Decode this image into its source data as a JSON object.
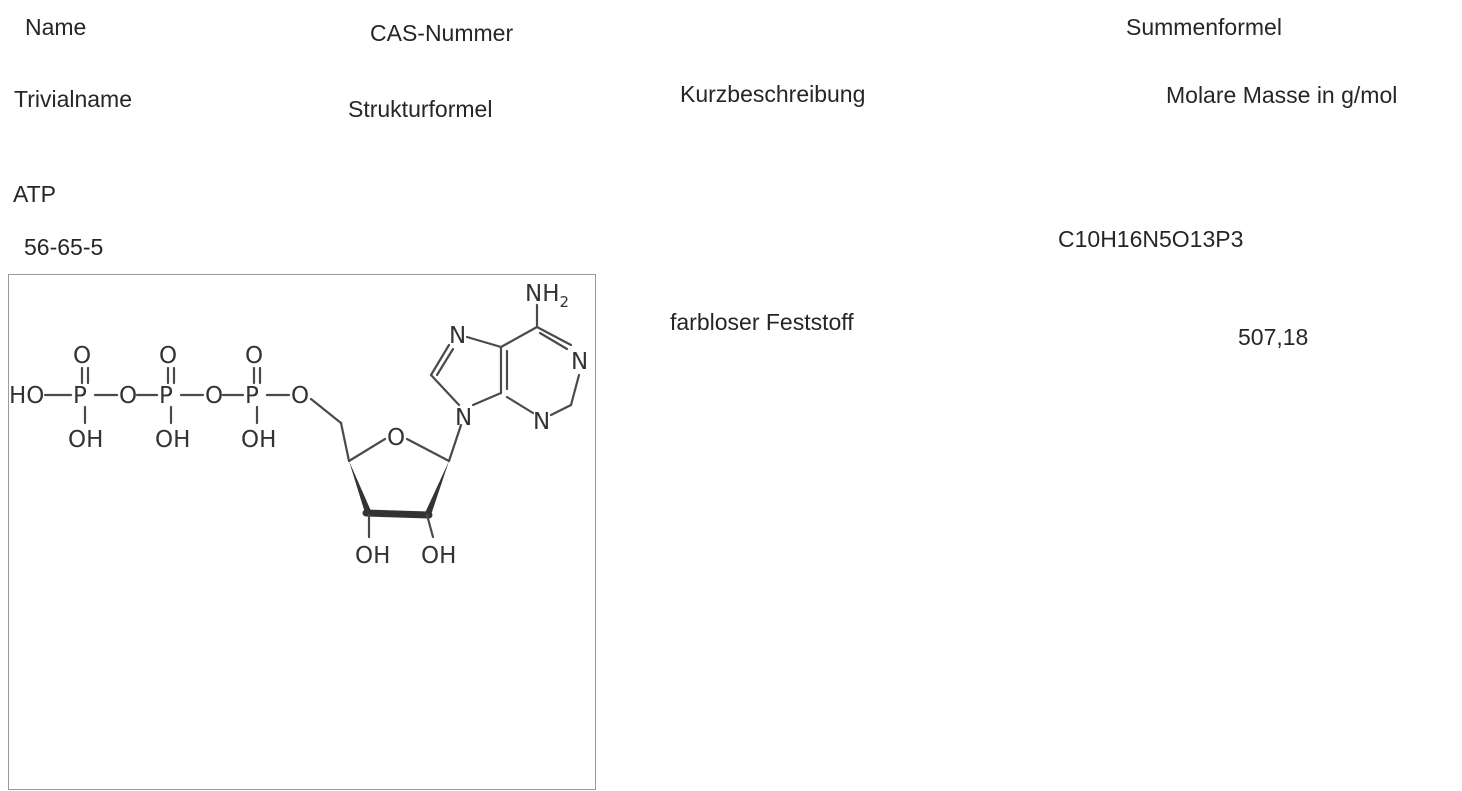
{
  "headers": {
    "name": "Name",
    "cas": "CAS-Nummer",
    "formula": "Summenformel",
    "trivial": "Trivialname",
    "structure": "Strukturformel",
    "description": "Kurzbeschreibung",
    "molar_mass": "Molare Masse in g/mol"
  },
  "compound": {
    "name": "ATP",
    "cas": "56-65-5",
    "formula": "C10H16N5O13P3",
    "description": "farbloser Feststoff",
    "molar_mass": "507,18"
  },
  "structure_labels": {
    "nh2_n": "NH",
    "nh2_sub": "2",
    "ho": "HO",
    "oh": "OH",
    "o": "O",
    "p": "P",
    "n": "N"
  }
}
